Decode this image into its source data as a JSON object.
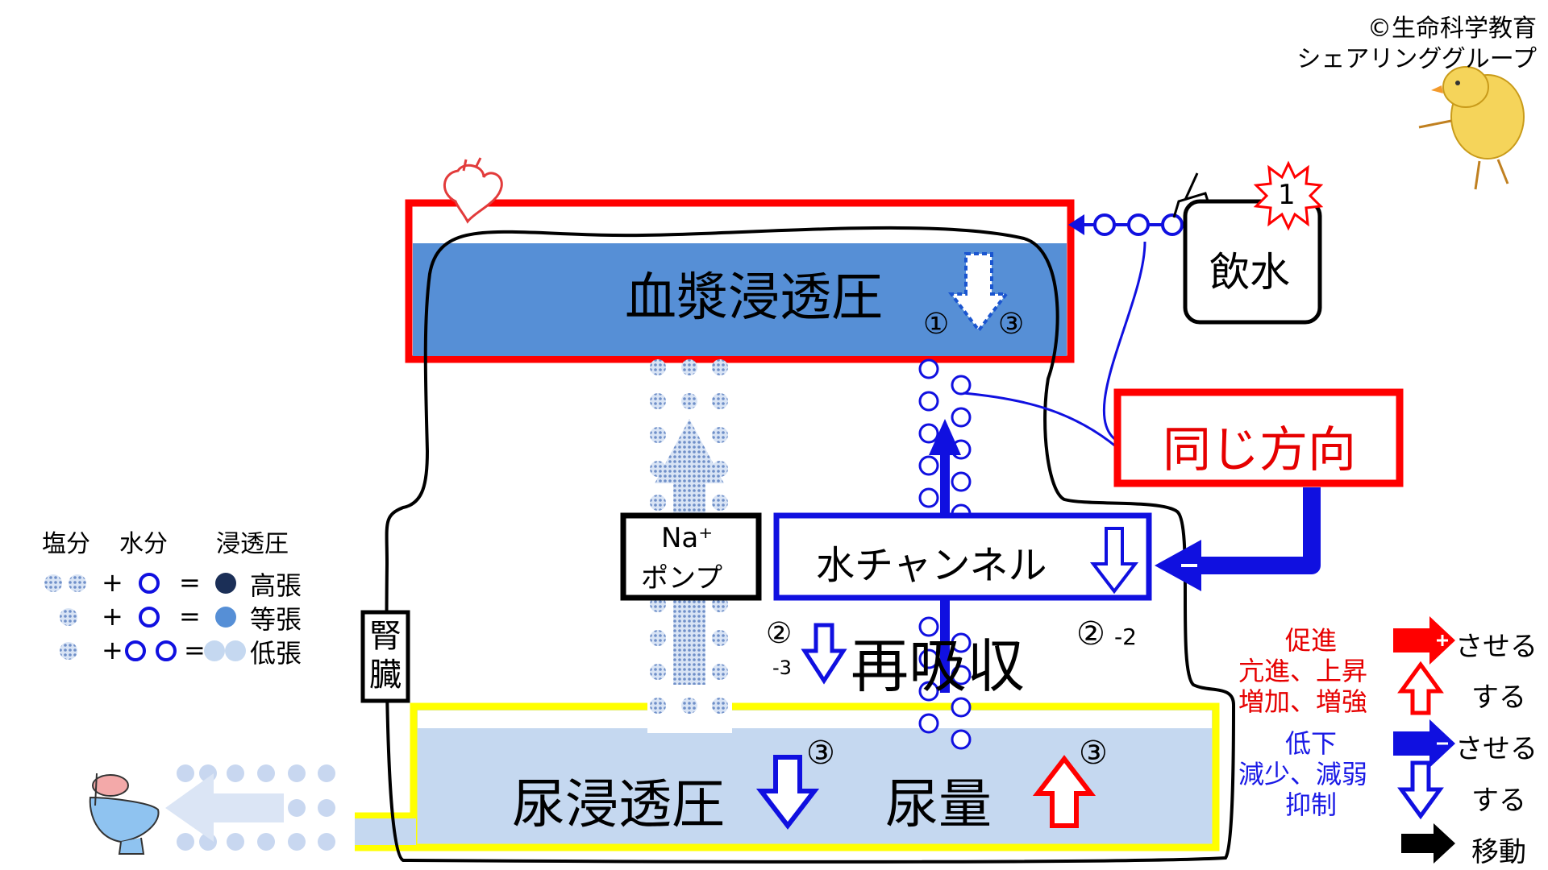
{
  "copyright": {
    "line1": "©生命科学教育",
    "line2": "シェアリンググループ"
  },
  "plasma": {
    "label": "血漿浸透圧",
    "mark_left": "①",
    "mark_right": "③"
  },
  "drink": {
    "label": "飲水",
    "badge": "1"
  },
  "same_direction": {
    "label": "同じ方向"
  },
  "pump": {
    "line1": "Na⁺",
    "line2": "ポンプ"
  },
  "water_channel": {
    "label": "水チャンネル"
  },
  "reabsorption": {
    "label": "再吸収",
    "mark_left": "②",
    "mark_left_sub": "-3",
    "mark_right": "②",
    "mark_right_sub": "-2"
  },
  "kidney": {
    "label": "腎臓"
  },
  "urine": {
    "osmotic_label": "尿浸透圧",
    "osmotic_mark": "③",
    "volume_label": "尿量",
    "volume_mark": "③"
  },
  "osmo_legend": {
    "headers": [
      "塩分",
      "水分",
      "浸透圧"
    ],
    "rows": [
      {
        "plus": "+",
        "eq": "=",
        "label": "高張"
      },
      {
        "plus": "+",
        "eq": "=",
        "label": "等張"
      },
      {
        "plus": "+",
        "eq": "=",
        "label": "低張"
      }
    ]
  },
  "arrow_legend": {
    "promote": {
      "lines": [
        "促進",
        "亢進、上昇",
        "増加、増強"
      ],
      "causative": "させる",
      "self": "する"
    },
    "reduce": {
      "lines": [
        "低下",
        "減少、減弱",
        "抑制"
      ],
      "causative": "させる",
      "self": "する"
    },
    "move": "移動"
  },
  "colors": {
    "plasma_fill": "#568fd6",
    "urine_fill": "#c5d8f0",
    "red": "#ff0000",
    "blue": "#1010e0",
    "yellow": "#ffff00",
    "dot_blue": "#7a9ad0"
  }
}
